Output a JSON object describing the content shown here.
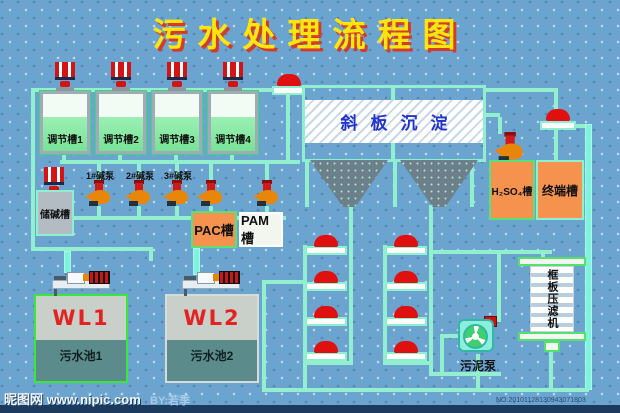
{
  "title": "污水处理流程图",
  "adjust_tanks": [
    {
      "label": "调节槽1"
    },
    {
      "label": "调节槽2"
    },
    {
      "label": "调节槽3"
    },
    {
      "label": "调节槽4"
    }
  ],
  "sedimentation": {
    "label": "斜板沉淀"
  },
  "alkali_tank": {
    "label": "储碱槽"
  },
  "alkali_pumps": [
    {
      "label": "1#碱泵"
    },
    {
      "label": "2#碱泵"
    },
    {
      "label": "3#碱泵"
    }
  ],
  "pac_tank": {
    "label": "PAC槽"
  },
  "pam_tank": {
    "label": "PAM槽"
  },
  "h2so4_tank": {
    "label": "H₂SO₄槽"
  },
  "terminal_tank": {
    "label": "终端槽"
  },
  "filter_press": {
    "label": "框板压滤机"
  },
  "sludge_pump": {
    "label": "污泥泵"
  },
  "pools": [
    {
      "code": "WL1",
      "label": "污水池1"
    },
    {
      "code": "WL2",
      "label": "污水池2"
    }
  ],
  "watermark": {
    "site_and_url": "昵图网 www.nipic.com",
    "author": "BY:若季",
    "serial": "NO.20101128130943071803"
  },
  "colors": {
    "background": "#6CA4D0",
    "pipe": "#93F0CE",
    "title": "#FFE60A",
    "title_shadow": "#D43C28",
    "valve_red": "#E01010",
    "tank_orange": "#F5924E",
    "liquid_green": "#7FE89E",
    "pool_teal": "#5C8B8B"
  }
}
